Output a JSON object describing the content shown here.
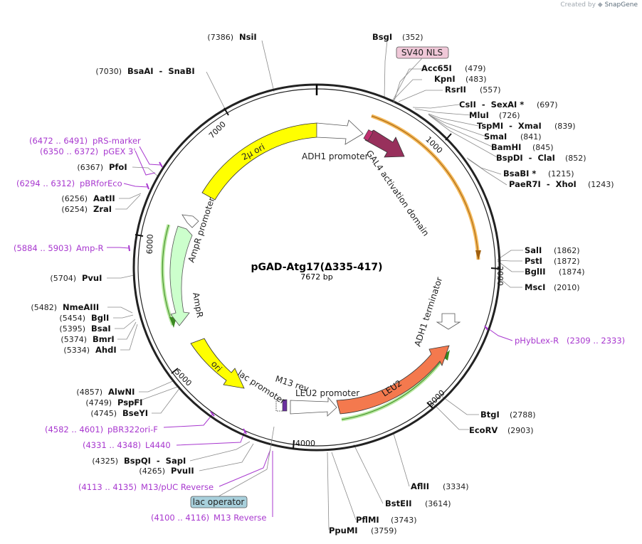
{
  "credit": {
    "created_by": "Created by",
    "brand": "SnapGene"
  },
  "plasmid": {
    "name": "pGAD-Atg17(Δ335-417)",
    "size": "7672 bp"
  },
  "ticks": [
    "7000",
    "1000",
    "6000",
    "2000",
    "5000",
    "3000",
    "4000"
  ],
  "features": {
    "two_micron_ori": "2μ ori",
    "adh1_promoter": "ADH1 promoter",
    "gal4_ad": "GAL4 activation domain",
    "ampr_promoter": "AmpR promoter",
    "ampr": "AmpR",
    "ori": "ori",
    "lac_promoter": "lac promoter",
    "m13_rev": "M13 rev",
    "leu2_promoter": "LEU2 promoter",
    "leu2": "LEU2",
    "adh1_terminator": "ADH1 terminator"
  },
  "boxes": {
    "sv40_nls": "SV40 NLS",
    "lac_operator": "lac operator"
  },
  "sites_left": [
    {
      "pos": "(7386)",
      "name": "NsiI"
    },
    {
      "pos": "(7030)",
      "name": "BsaAI  -  SnaBI"
    },
    {
      "pos": "(6367)",
      "name": "PfoI"
    },
    {
      "pos": "(6256)",
      "name": "AatII"
    },
    {
      "pos": "(6254)",
      "name": "ZraI"
    },
    {
      "pos": "(5704)",
      "name": "PvuI"
    },
    {
      "pos": "(5482)",
      "name": "NmeAIII"
    },
    {
      "pos": "(5454)",
      "name": "BglI"
    },
    {
      "pos": "(5395)",
      "name": "BsaI"
    },
    {
      "pos": "(5374)",
      "name": "BmrI"
    },
    {
      "pos": "(5334)",
      "name": "AhdI"
    },
    {
      "pos": "(4857)",
      "name": "AlwNI"
    },
    {
      "pos": "(4749)",
      "name": "PspFI"
    },
    {
      "pos": "(4745)",
      "name": "BseYI"
    },
    {
      "pos": "(4325)",
      "name": "BspQI  -  SapI"
    },
    {
      "pos": "(4265)",
      "name": "PvuII"
    }
  ],
  "sites_right": [
    {
      "name": "BsgI",
      "pos": "(352)"
    },
    {
      "name": "Acc65I",
      "pos": "(479)"
    },
    {
      "name": "KpnI",
      "pos": "(483)"
    },
    {
      "name": "RsrII",
      "pos": "(557)"
    },
    {
      "name": "CsII  -  SexAI *",
      "pos": "(697)"
    },
    {
      "name": "MluI",
      "pos": "(726)"
    },
    {
      "name": "TspMI  -  XmaI",
      "pos": "(839)"
    },
    {
      "name": "SmaI",
      "pos": "(841)"
    },
    {
      "name": "BamHI",
      "pos": "(845)"
    },
    {
      "name": "BspDI  -  ClaI",
      "pos": "(852)"
    },
    {
      "name": "BsaBI *",
      "pos": "(1215)"
    },
    {
      "name": "PaeR7I  -  XhoI",
      "pos": "(1243)"
    },
    {
      "name": "SalI",
      "pos": "(1862)"
    },
    {
      "name": "PstI",
      "pos": "(1872)"
    },
    {
      "name": "BglII",
      "pos": "(1874)"
    },
    {
      "name": "MscI",
      "pos": "(2010)"
    },
    {
      "name": "BtgI",
      "pos": "(2788)"
    },
    {
      "name": "EcoRV",
      "pos": "(2903)"
    },
    {
      "name": "AflII",
      "pos": "(3334)"
    },
    {
      "name": "BstEII",
      "pos": "(3614)"
    },
    {
      "name": "PflMI",
      "pos": "(3743)"
    },
    {
      "name": "PpuMI",
      "pos": "(3759)"
    }
  ],
  "primers": [
    {
      "range": "(6472 .. 6491)",
      "name": "pRS-marker"
    },
    {
      "range": "(6350 .. 6372)",
      "name": "pGEX 3'"
    },
    {
      "range": "(6294 .. 6312)",
      "name": "pBRforEco"
    },
    {
      "range": "(5884 .. 5903)",
      "name": "Amp-R"
    },
    {
      "range": "(4582 .. 4601)",
      "name": "pBR322ori-F"
    },
    {
      "range": "(4331 .. 4348)",
      "name": "L4440"
    },
    {
      "range": "(4113 .. 4135)",
      "name": "M13/pUC Reverse"
    },
    {
      "range": "(4100 .. 4116)",
      "name": "M13 Reverse"
    },
    {
      "name": "pHybLex-R",
      "range": "(2309 .. 2333)"
    }
  ],
  "colors": {
    "backbone": "#222222",
    "two_micron_ori": "#ffff00",
    "adh1_promoter": "#ffffff",
    "gal4_ad": "#98305c",
    "ampr": "#ccffcc",
    "ori": "#ffff00",
    "leu2": "#f4794e",
    "adh1_terminator": "#ffffff",
    "orange_arc": "#f0a020",
    "green_arc": "#70b030",
    "primer": "#a838cf",
    "sv40_box": "#f0c8d8",
    "lac_box": "#a8d0dc"
  }
}
